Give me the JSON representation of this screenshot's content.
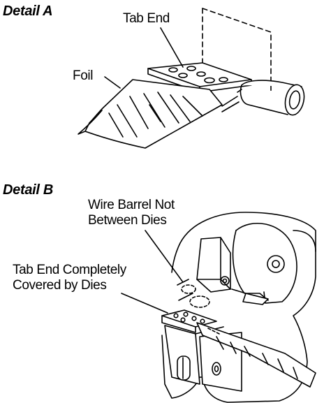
{
  "detail_a": {
    "heading": "Detail A",
    "labels": {
      "tab_end": "Tab End",
      "foil": "Foil"
    }
  },
  "detail_b": {
    "heading": "Detail B",
    "labels": {
      "wire_barrel_line1": "Wire Barrel Not",
      "wire_barrel_line2": "Between Dies",
      "tab_end_line1": "Tab End Completely",
      "tab_end_line2": "Covered by Dies"
    }
  },
  "colors": {
    "ink": "#000000",
    "paper": "#ffffff"
  }
}
